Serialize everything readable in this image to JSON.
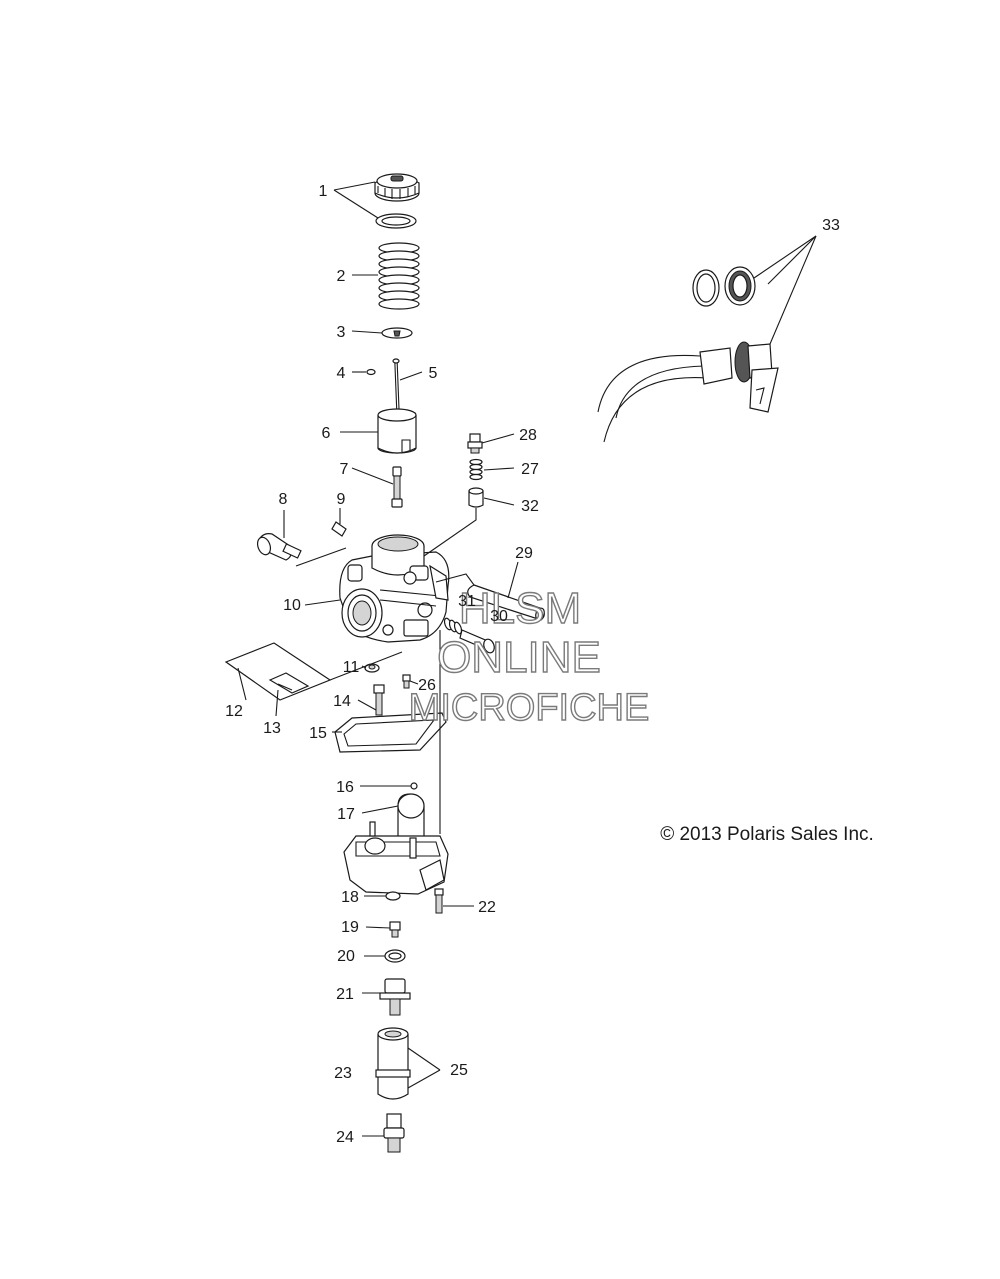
{
  "copyright": "© 2013 Polaris Sales Inc.",
  "watermark": [
    "HLSM",
    "ONLINE",
    "MICROFICHE"
  ],
  "callouts": [
    "1",
    "2",
    "3",
    "4",
    "5",
    "6",
    "7",
    "8",
    "9",
    "10",
    "11",
    "12",
    "13",
    "14",
    "15",
    "16",
    "17",
    "18",
    "19",
    "20",
    "21",
    "22",
    "23",
    "24",
    "25",
    "26",
    "27",
    "28",
    "29",
    "30",
    "31",
    "32",
    "33"
  ]
}
